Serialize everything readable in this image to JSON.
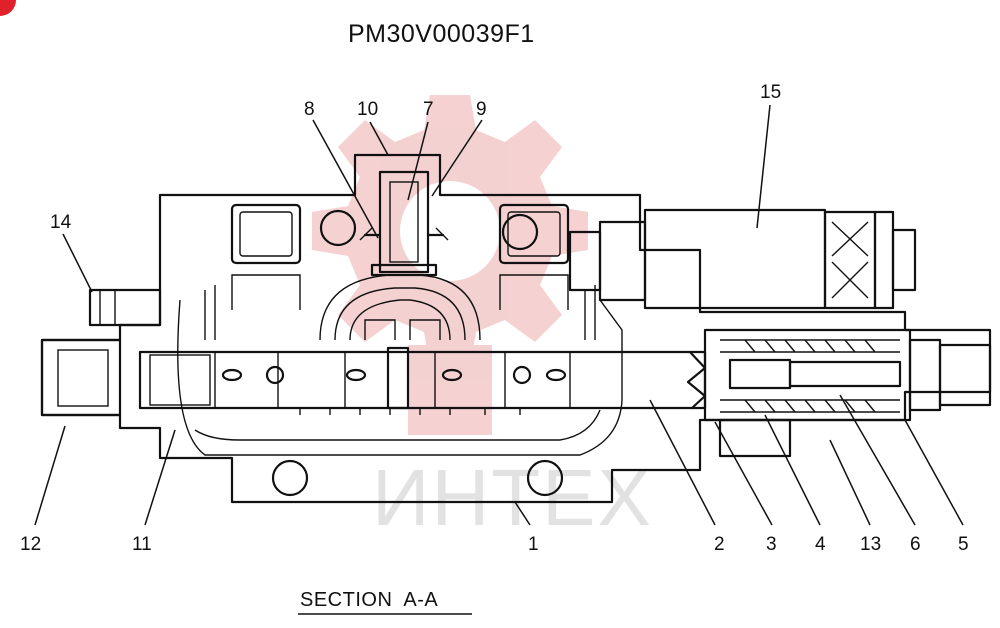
{
  "drawing_id": "PM30V00039F1",
  "section_title": "SECTION  A-A",
  "watermark_text": "ИНТЕХ",
  "part_labels": [
    "1",
    "2",
    "3",
    "4",
    "5",
    "6",
    "7",
    "8",
    "9",
    "10",
    "11",
    "12",
    "13",
    "14",
    "15"
  ],
  "colors": {
    "line": "#111111",
    "watermark_gear": "#f3c9c9",
    "watermark_text": "#e2e2e2",
    "corner_mark": "#e0202a"
  }
}
